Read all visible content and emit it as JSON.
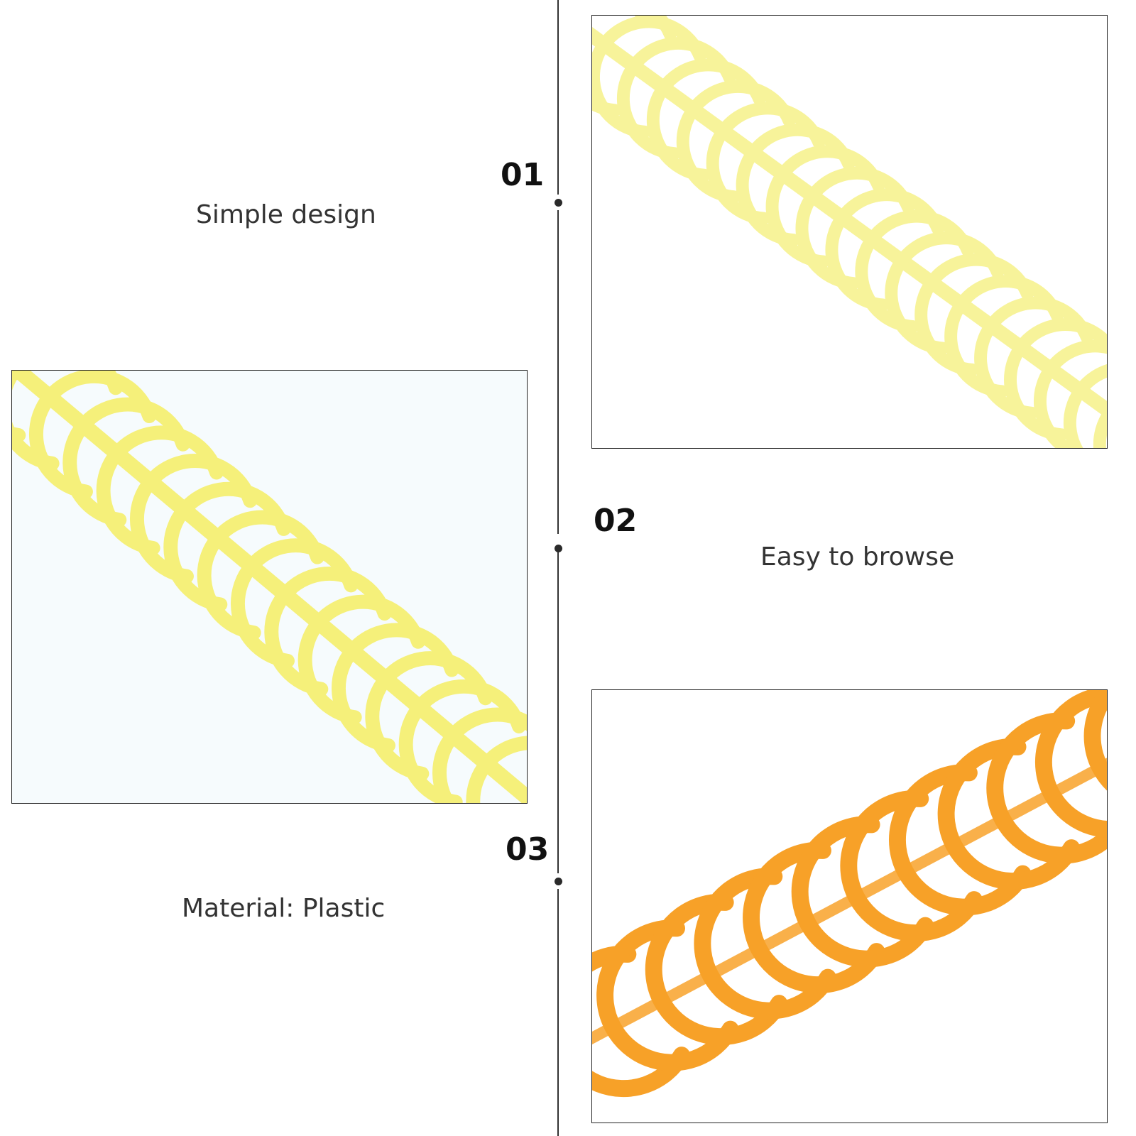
{
  "features": [
    {
      "number": "01",
      "caption": "Simple design"
    },
    {
      "number": "02",
      "caption": "Easy to browse"
    },
    {
      "number": "03",
      "caption": "Material: Plastic"
    }
  ],
  "colors": {
    "yellow_comb": "#f5f07a",
    "yellow_comb_pale": "#f7f39a",
    "orange_comb": "#f7a128",
    "timeline": "#333333"
  },
  "icons": [
    "binding-comb-yellow",
    "binding-comb-yellow",
    "binding-comb-orange"
  ]
}
